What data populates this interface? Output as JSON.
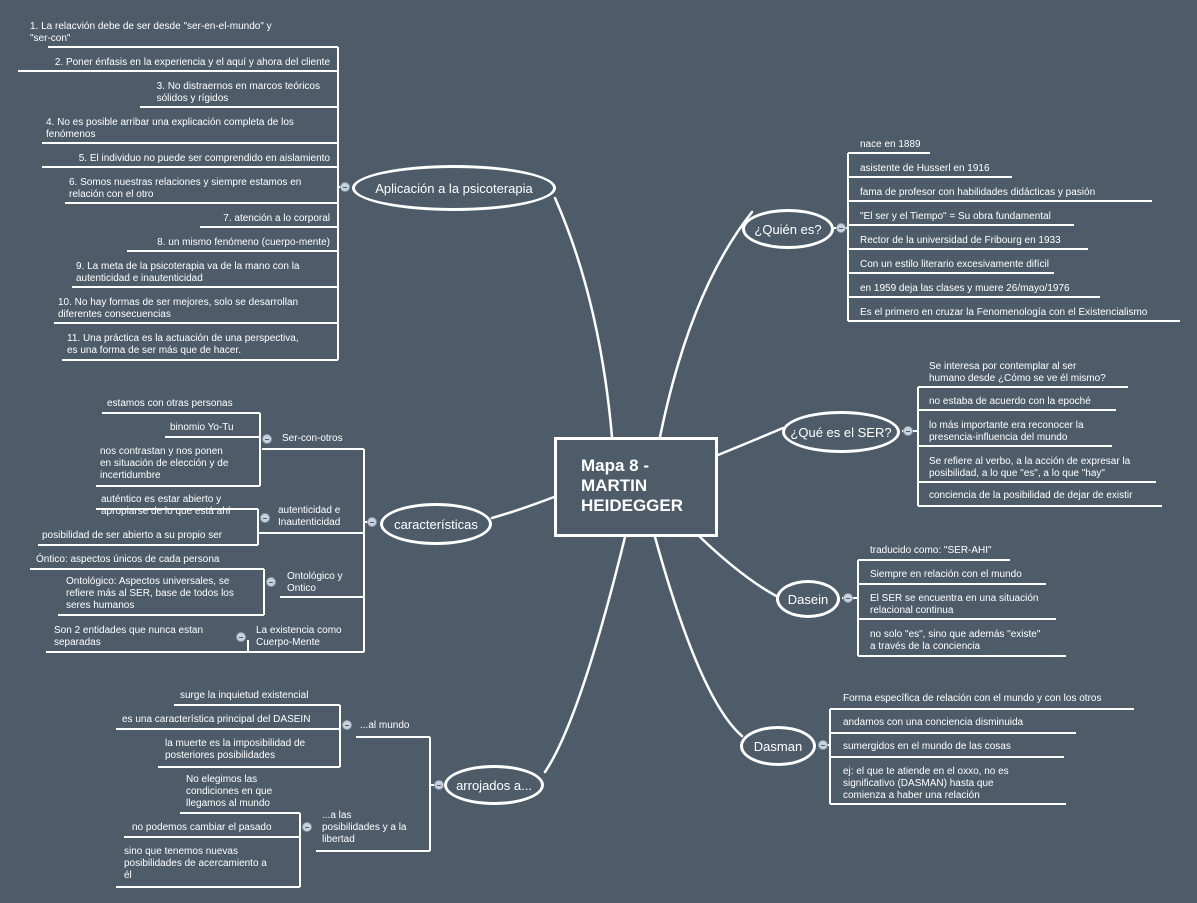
{
  "central": {
    "title": "Mapa 8 -\nMARTIN\nHEIDEGGER"
  },
  "nodes": {
    "aplicacion": {
      "label": "Aplicación a la psicoterapia",
      "items": [
        "1. La relacvión debe de ser desde \"ser-en-el-mundo\" y\n\"ser-con\"",
        "2. Poner énfasis en la experiencia y el aquí y ahora del cliente",
        "3. No distraernos en marcos teóricos\nsólidos y rígidos",
        "4. No es posible arribar una explicación completa de los\nfenómenos",
        "5. El individuo no puede ser comprendido en aislamiento",
        "6. Somos nuestras relaciones y siempre estamos en\nrelación con el otro",
        "7. atención a lo corporal",
        "8. un mismo fenómeno (cuerpo-mente)",
        "9. La meta de la psicoterapia va de la mano con la\nautenticidad e inautenticidad",
        "10. No hay formas de ser mejores, solo se desarrollan\ndiferentes consecuencias",
        "11. Una práctica es la actuación de una perspectiva,\nes una forma de ser más que de hacer."
      ]
    },
    "caracteristicas": {
      "label": "características",
      "groups": [
        {
          "label": "Ser-con-otros",
          "items": [
            "estamos con otras personas",
            "binomio Yo-Tu",
            "nos contrastan y nos ponen\nen situación de elección y de\nincertidumbre"
          ]
        },
        {
          "label": "autenticidad e\nInautenticidad",
          "items": [
            "auténtico es estar abierto y\napropiarse de lo que está ahí",
            "posibilidad de ser abierto a su propio ser"
          ]
        },
        {
          "label": "Ontológico y\nOntico",
          "items": [
            "Óntico: aspectos únicos de cada persona",
            "Ontológico: Aspectos universales, se\nrefiere más al SER, base de todos los\nseres humanos"
          ]
        },
        {
          "label": "La existencia como\nCuerpo-Mente",
          "items": [
            "Son 2 entidades que nunca estan\nseparadas"
          ]
        }
      ]
    },
    "arrojados": {
      "label": "arrojados a...",
      "groups": [
        {
          "label": "...al mundo",
          "items": [
            "surge la inquietud existencial",
            "es una característica principal del DASEIN",
            "la muerte es la imposibilidad de\nposteriores posibilidades"
          ]
        },
        {
          "label": "...a las\nposibilidades y a la\nlibertad",
          "items": [
            "No elegimos las\ncondiciones en que\nllegamos al mundo",
            "no podemos cambiar el pasado",
            "sino que tenemos nuevas\nposibilidades de acercamiento a\nél"
          ]
        }
      ]
    },
    "quien": {
      "label": "¿Quién es?",
      "items": [
        "nace en 1889",
        "asistente de Husserl en 1916",
        "fama de profesor con habilidades didácticas y pasión",
        "\"El ser y el Tiempo\" = Su obra fundamental",
        "Rector de la universidad de Fribourg en 1933",
        "Con un estilo literario excesivamente difícil",
        "en 1959 deja las clases y muere 26/mayo/1976",
        "Es el primero en cruzar la Fenomenología con el Existencialismo"
      ]
    },
    "ser": {
      "label": "¿Qué es el SER?",
      "items": [
        "Se interesa por contemplar al ser\nhumano desde ¿Cómo se ve él mismo?",
        "no estaba de acuerdo con la epoché",
        "lo más importante era reconocer la\npresencia-influencia del mundo",
        "Se refiere al verbo, a la acción de expresar la\nposibilidad, a lo que \"es\", a lo que \"hay\"",
        "conciencia de la posibilidad de dejar de existir"
      ]
    },
    "dasein": {
      "label": "Dasein",
      "items": [
        "traducido como: \"SER-AHI\"",
        "Siempre en relación con el mundo",
        "El SER se encuentra en una situación\nrelacional continua",
        "no solo \"es\", sino que además \"existe\"\na través de la conciencia"
      ]
    },
    "dasman": {
      "label": "Dasman",
      "items": [
        "Forma específica de relación con el mundo y con los otros",
        "andamos con una conciencia disminuida",
        "sumergidos en el mundo de las cosas",
        "ej: el que te atiende en el oxxo, no es\nsignificativo (DASMAN) hasta que\ncomienza a haber una relación"
      ]
    }
  },
  "icons": {
    "collapse": "collapse-minus-icon"
  },
  "colors": {
    "background": "#4e5c69",
    "line": "#ffffff"
  }
}
